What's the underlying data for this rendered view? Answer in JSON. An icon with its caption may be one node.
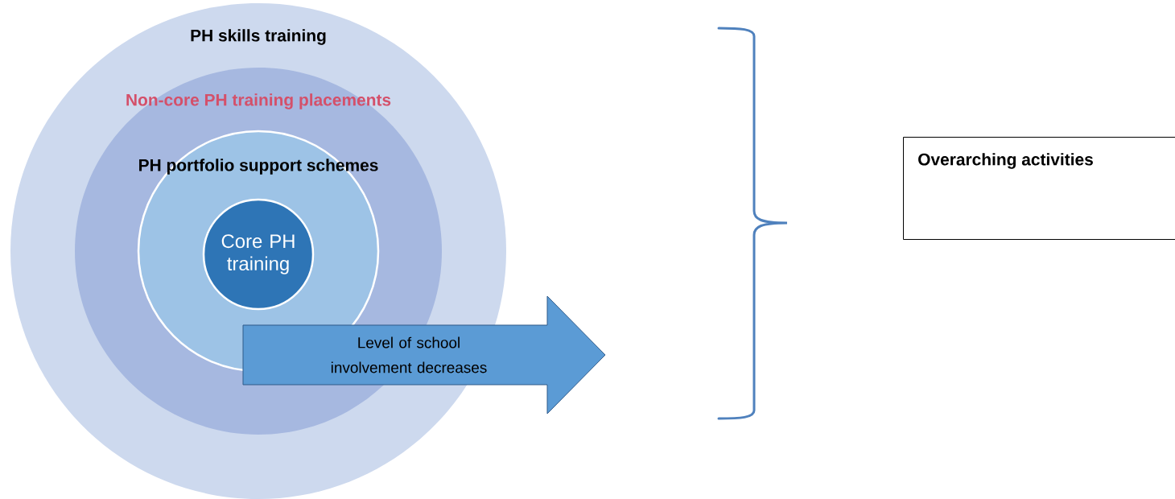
{
  "diagram": {
    "nodes": [
      {
        "text": [
          "PH skills training"
        ]
      },
      {
        "text": [
          "Non-core PH training placements"
        ],
        "in": 0
      },
      {
        "text": [
          "PH portfolio support schemes"
        ],
        "in": 1
      },
      {
        "text": [
          "Core PH training"
        ],
        "in": 2
      },
      {
        "text": [
          "Level of school involvement decreases"
        ]
      },
      {
        "text": [
          "Overarching activities"
        ]
      }
    ]
  }
}
